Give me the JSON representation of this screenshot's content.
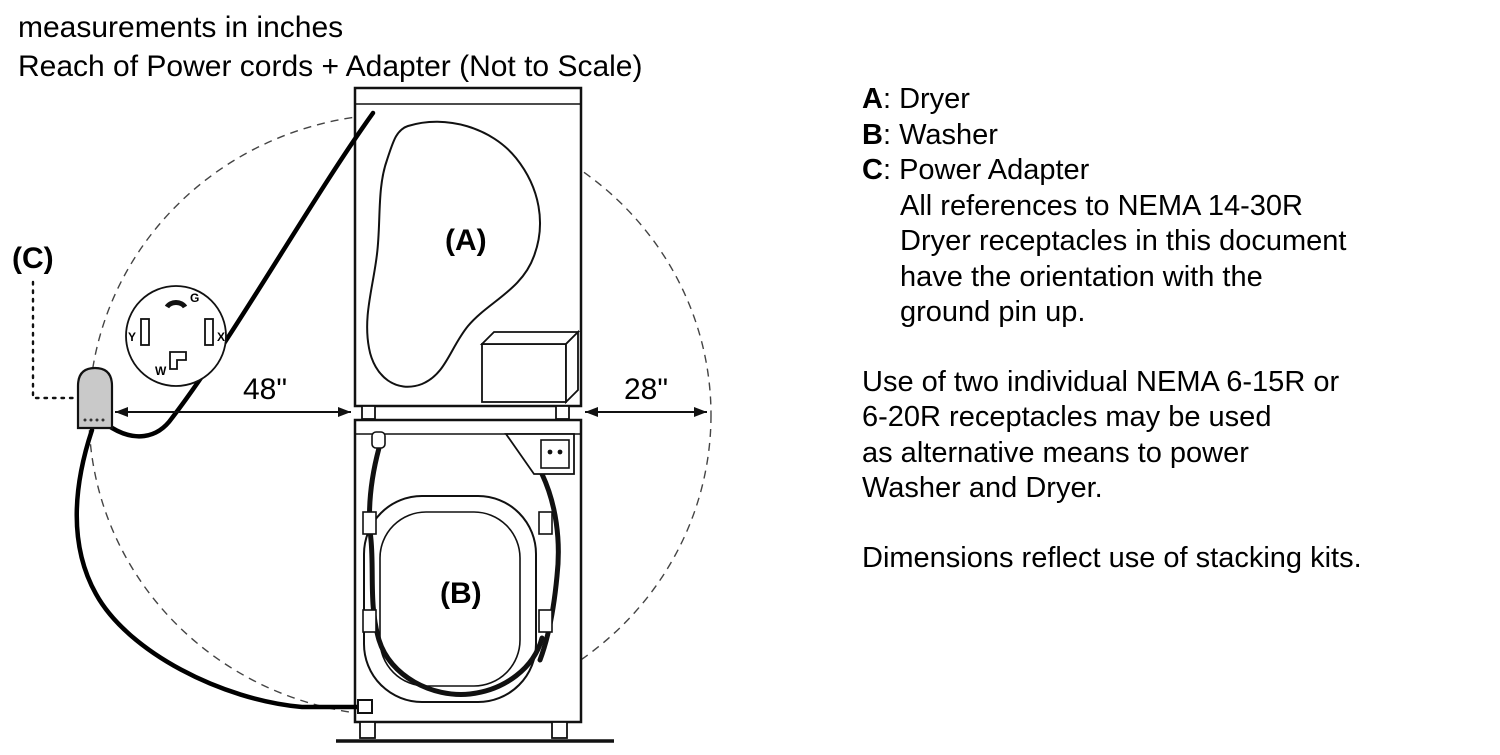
{
  "header": {
    "line1": "measurements in inches",
    "line2": "Reach of Power cords + Adapter (Not to Scale)"
  },
  "diagram": {
    "dryer_label": "(A)",
    "washer_label": "(B)",
    "adapter_label": "(C)",
    "dim_adapter_to_washer": "48\"",
    "dim_washer_to_reach": "28\"",
    "receptacle": {
      "ground": "G",
      "y": "Y",
      "x": "X",
      "w": "W"
    }
  },
  "legend": {
    "items": [
      {
        "key": "A",
        "rest": ": Dryer"
      },
      {
        "key": "B",
        "rest": ": Washer"
      },
      {
        "key": "C",
        "rest": ": Power Adapter"
      }
    ],
    "c_note_lines": [
      "All references to NEMA 14-30R",
      "Dryer receptacles in this document",
      "have the orientation with the",
      "ground pin up."
    ]
  },
  "notes": {
    "alt_power_lines": [
      "Use of two individual NEMA 6-15R or",
      "6-20R receptacles may be used",
      "as alternative means to power",
      "Washer and Dryer."
    ],
    "stacking": "Dimensions reflect use of stacking kits."
  }
}
